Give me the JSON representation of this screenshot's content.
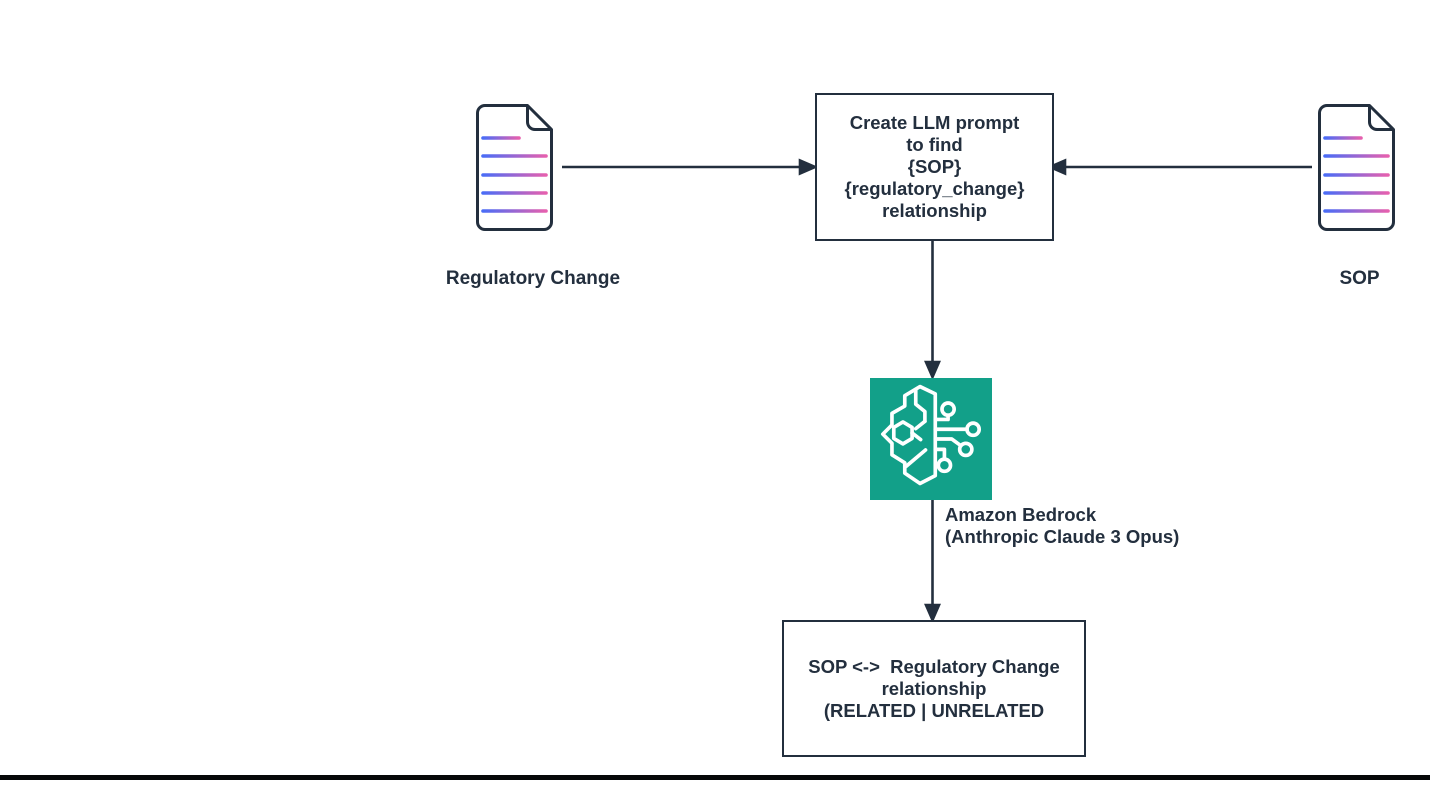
{
  "colors": {
    "ink": "#232f3e",
    "bedrock_green": "#12a089",
    "doc_line_gradient_start": "#4a6cf6",
    "doc_line_gradient_end": "#e660ae",
    "bottom_rule": "#060708",
    "background": "#ffffff"
  },
  "nodes": {
    "regulatory_doc": {
      "label": "Regulatory Change",
      "icon": "document-icon"
    },
    "sop_doc": {
      "label": "SOP",
      "icon": "document-icon"
    },
    "prompt_box": {
      "text": "Create LLM prompt\nto find\n{SOP}\n{regulatory_change}\nrelationship"
    },
    "bedrock": {
      "label": "Amazon Bedrock\n(Anthropic Claude 3 Opus)",
      "icon": "bedrock-brain-circuit-icon"
    },
    "result_box": {
      "text": "SOP <->  Regulatory Change\nrelationship\n(RELATED | UNRELATED"
    }
  },
  "edges": [
    {
      "from": "regulatory_doc",
      "to": "prompt_box",
      "direction": "right"
    },
    {
      "from": "sop_doc",
      "to": "prompt_box",
      "direction": "left"
    },
    {
      "from": "prompt_box",
      "to": "bedrock",
      "direction": "down"
    },
    {
      "from": "bedrock",
      "to": "result_box",
      "direction": "down"
    }
  ]
}
